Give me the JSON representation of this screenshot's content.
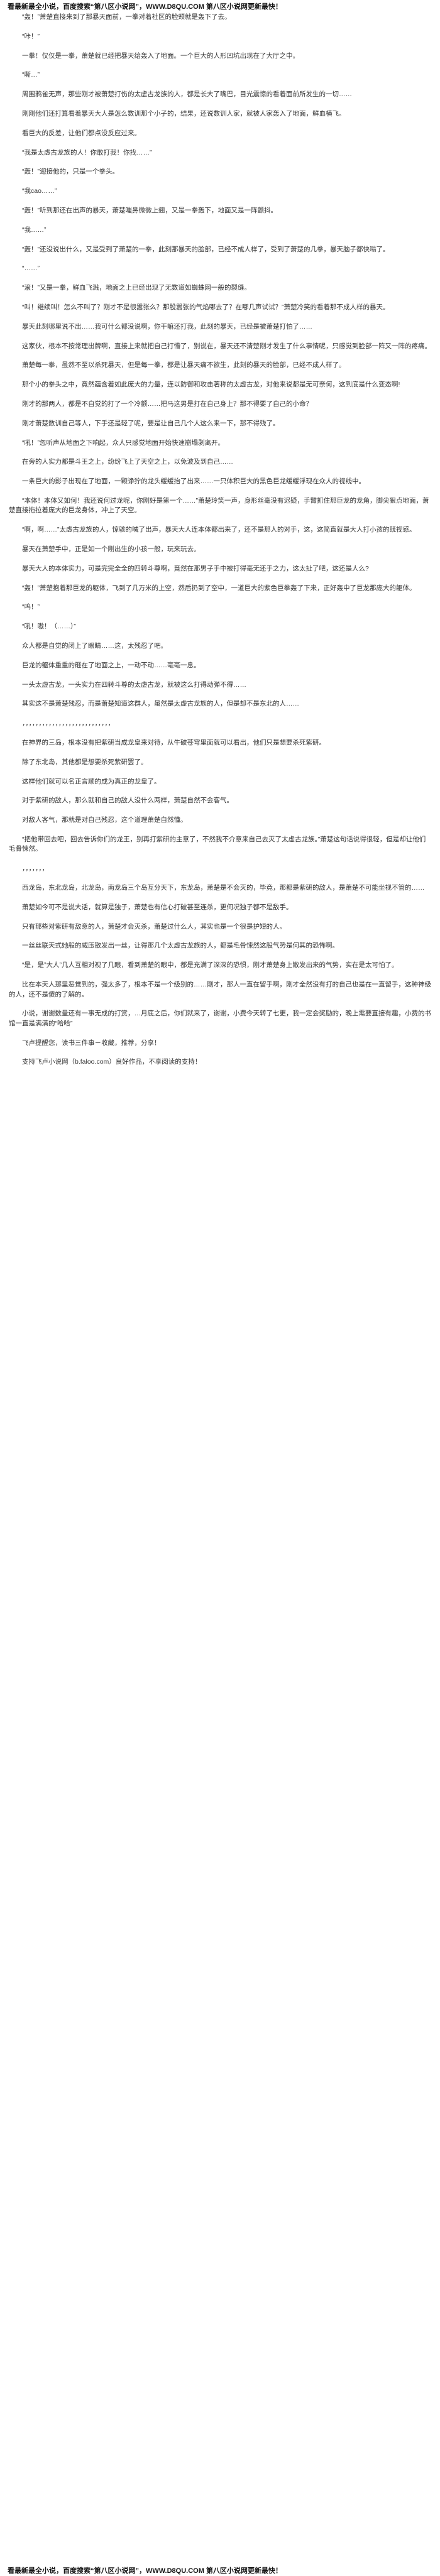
{
  "header": {
    "banner": "看最新最全小说，百度搜索“第八区小说网”，WWW.D8QU.COM 第八区小说网更新最快！"
  },
  "content": {
    "paragraphs": [
      "“轰！”萧楚直接来到了那暴天面前，一拳对着社区的脸颊就是轰下了去。",
      "“咔！”",
      "一拳！仅仅是一拳，萧楚就已经把暴天给轰入了地面。一个巨大的人形凹坑出现在了大厅之中。",
      "“嘶…”",
      "周围鸦雀无声，那些刚才被萧楚打伤的太虚古龙族的人，都是长大了嘴巴，目光震惊的看着面前所发生的一切……",
      "刚刚他们还打算看着暴天大人是怎么数训那个小子的，结果，还说数训人家，就被人家轰入了地面，鲜血横飞。",
      "看巨大的反差，让他们都点没反应过来。",
      "“我是太虚古龙族的人！你敢打我！你找……”",
      "“轰！”迎接他的，只是一个拳头。",
      "“我cao……”",
      "“轰！”听到那还在出声的暴天，萧楚嗤鼻微微上翘，又是一拳轰下，地面又是一阵颤抖。",
      "“我……”",
      "“轰！”还没说出什么，又是受到了萧楚的一拳，此刻那暴天的脸部，已经不成人样了，受到了萧楚的几拳，暴天脑子都快嗡了。",
      "“……”",
      "“滚！”又是一拳，鲜血飞溅，地面之上已经出现了无数道如蜘蛛网一般的裂缝。",
      "“叫！继续叫！怎么不叫了？刚才不是很嚣张么？那股嚣张的气焰哪去了？在哪几声试试？”萧楚冷笑的看着那不成人样的暴天。",
      "暴天此刻哪里说不出……我可什么都没说啊，你干嘛还打我，此刻的暴天，已经是被萧楚打怕了……",
      "这家伙，根本不按常理出牌啊，直接上来就把自己打懵了，别说在，暴天还不清楚刚才发生了什么事情呢，只感觉到脸部一阵又一阵的疼痛。",
      "萧楚每一拳，虽然不至以杀死暴天，但是每一拳，都是让暴天痛不欲生，此刻的暴天的脸部，已经不成人样了。",
      "那个小的拳头之中，竟然蕴含着如此庞大的力量，连以防御和攻击著称的太虚古龙，对他来说都是无可奈何，这到底是什么变态啊!",
      "刚才的那两人，都是不自觉的打了一个冷颤……把马这男是打在自己身上？那不得要了自己的小命？",
      "刚才萧楚数训自己等人，下手还是轻了呢，要是让自己几个人这么来一下，那不得残了。",
      "“吼！”忽听声从地面之下响起，众人只感觉地面开始快速崩塌剥离开。",
      "在旁的人实力都是斗王之上，纷纷飞上了天空之上，以免波及到自己……",
      "一条巨大的影子出现在了地面，一颗诤狞的龙头缓缓抬了出来……一只体积巨大的黑色巨龙缓缓浮现在众人的视线中。",
      "“本体！本体又如何！我还说何过龙呢，你刚好是第一个……”萧楚玲笑一声，身形丝毫没有迟疑，手臂抓住那巨龙的龙角，脚尖狠点地面，萧楚直接拖拉着庞大的巨龙身体，冲上了天空。",
      "“啊，啊……”太虚古龙族的人，惊骇的喊了出声，暴天大人连本体都出来了，还不是那人的对手，这，这简直就是大人打小孩的既视感。",
      "暴天在萧楚手中，正是如一个刚出生的小孩一般，玩来玩去。",
      "暴天大人的本体实力，可是完完全全的四转斗尊啊，竟然在那男子手中被打得毫无还手之力，这太扯了吧，这还是人么?",
      "“轰！”萧楚抱着那巨龙的躯体，飞到了几万米的上空，然后扔到了空中，一道巨大的紫色巨拳轰了下来，正好轰中了巨龙那庞大的躯体。",
      "“呜！”",
      "“吼！嗷！（……）”",
      "众人都是自觉的闭上了眼睛……这，太残忍了吧。",
      "巨龙的躯体重重的砸在了地面之上，一动不动……毫毫一息。",
      "一头太虚古龙，一头实力在四转斗尊的太虚古龙，就被这么打得动弹不得……",
      "其实这不是萧楚残忍，而是萧楚知道这群人，虽然是太虚古龙族的人，但是却不是东北的人……",
      "，，，，，，，，，，，，，，，，，，，，，，，，，，，",
      "在神界的三岛，根本没有把紫研当成龙皇来对待，从牛破苍穹里面就可以看出，他们只是想要杀死紫研。",
      "除了东北岛，其他都是想要杀死紫研罢了。",
      "这样他们就可以名正言顺的成为真正的龙皇了。",
      "对于紫研的敌人，那么就和自己的敌人没什么两样，萧楚自然不会客气。",
      "对敌人客气，那就是对自己残忍，这个道理萧楚自然懂。",
      "“把他带回去吧，回去告诉你们的龙王，别再打紫研的主意了，不然我不介意来自己去灭了太虚古龙族。”萧楚这句话说得很轻，但是却让他们毛骨悚然。",
      "，，，，，，，",
      "西龙岛，东北龙岛，北龙岛，南龙岛三个岛互分天下，东龙岛，萧楚是不会灭的，毕竟，那都是紫研的敌人，是萧楚不可能坐视不管的……",
      "萧楚如今可不是说大话，就算是独子，萧楚也有信心打破甚至连杀，更何况独子都不是敌手。",
      "只有那些对紫研有敌意的人，萧楚才会灭杀，萧楚过什么人，其实也是一个很是护短的人。",
      "一丝丝联天式她般的威压散发出一丝，让得那几个太虚古龙族的人，都是毛骨悚然这股气势是何其的恐怖啊。",
      "“是，是”大人”几人互相对视了几眼，看到萧楚的眼中，都是充满了深深的恐惧，刚才萧楚身上散发出来的气势，实在是太可怕了。",
      "比在本天人那里恶觉到的，强太多了，根本不是一个级别的……刚才，那人一直在留手啊，刚才全然没有打的自己也是在一直留手，这种神级的人，还不是傻的了解的。",
      "小说，谢谢数量还有一事无成的打赏，…月底之后，你们就来了，谢谢，小费今天转了七更，我一定会奖励的，晚上需要直接有趣，小费的书馆一直是满满的“哈哈”",
      "飞卢提醒您，读书三件事－收藏，推荐，分享！",
      "支持飞卢小说网（b.faloo.com）良好作品，不享阅读的支持！"
    ]
  },
  "footer": {
    "banner": "看最新最全小说，百度搜索“第八区小说网”，WWW.D8QU.COM 第八区小说网更新最快！"
  }
}
